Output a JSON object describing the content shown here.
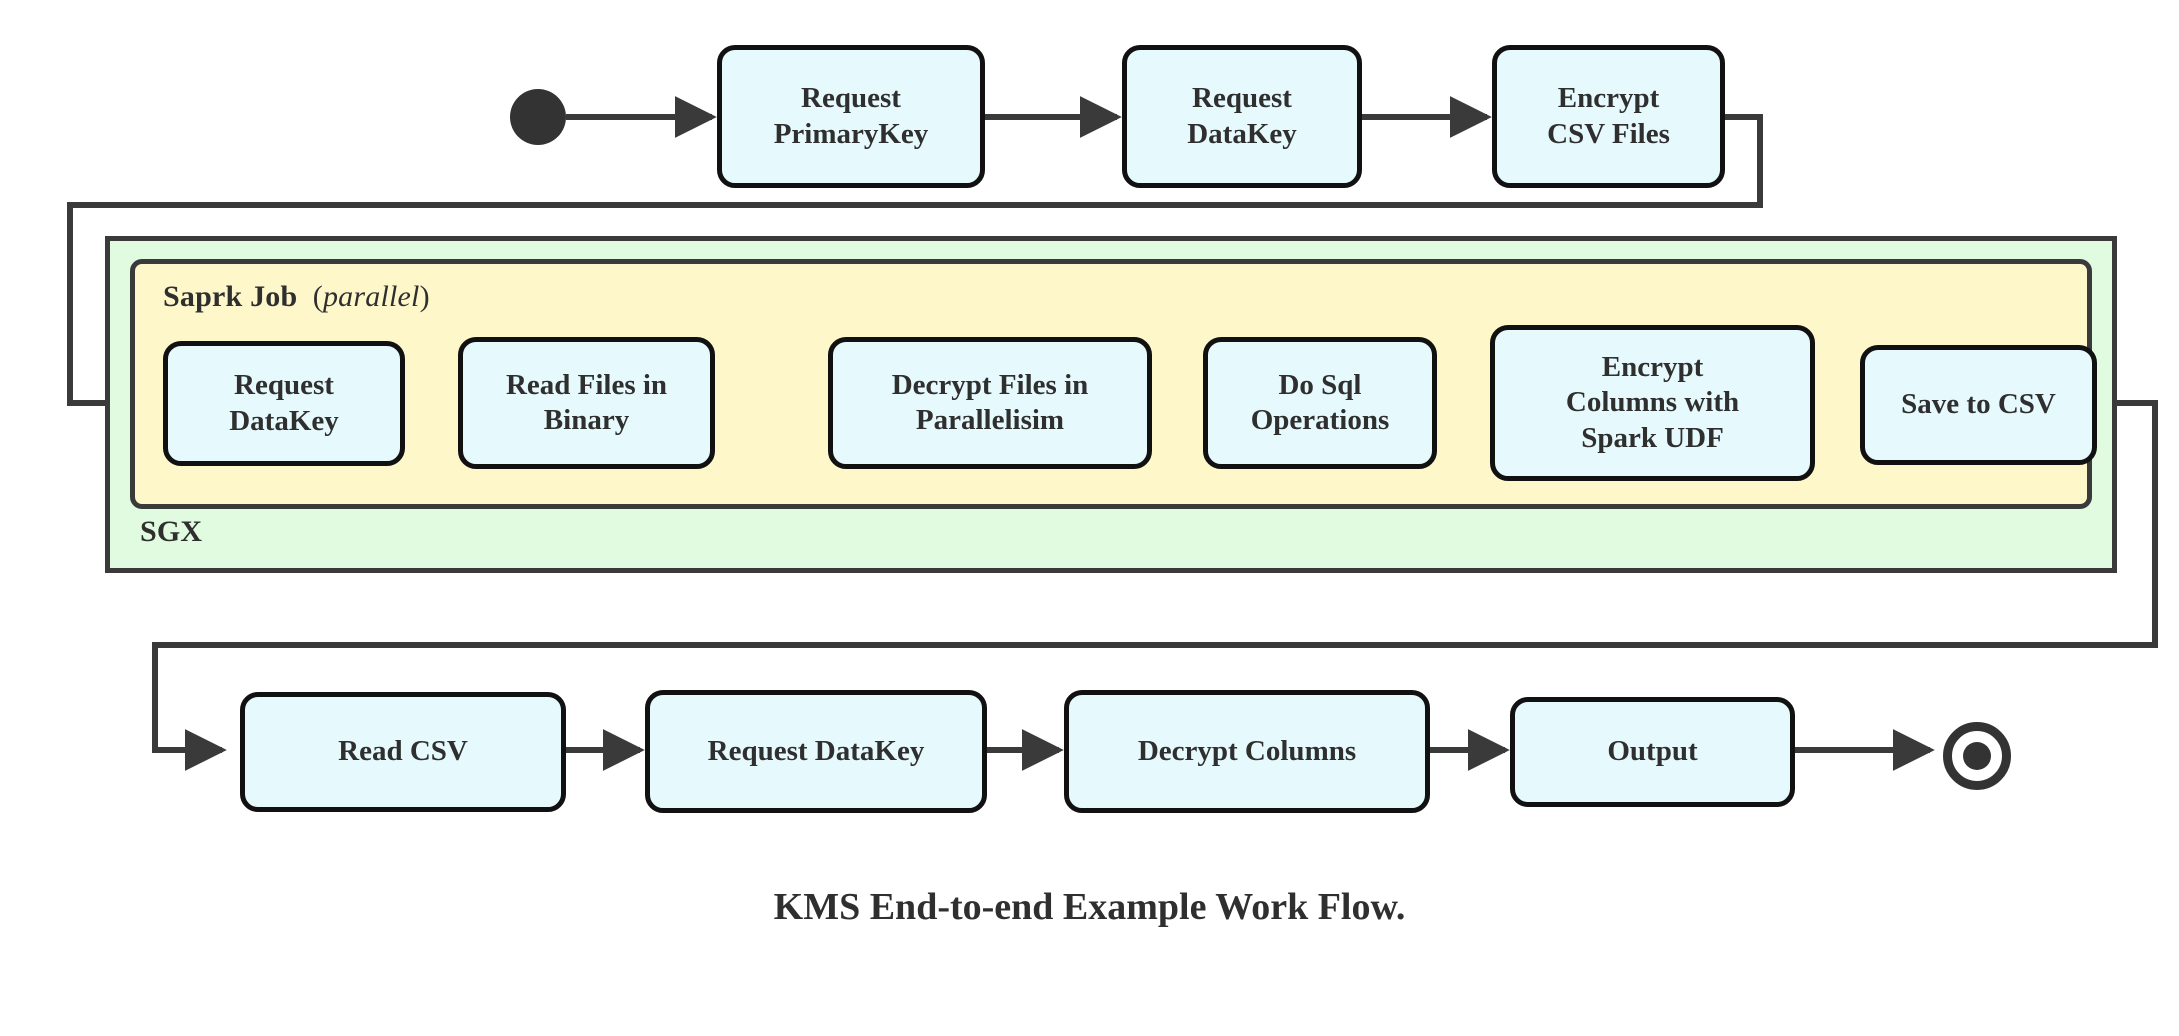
{
  "diagram": {
    "caption": "KMS End-to-end Example Work Flow.",
    "colors": {
      "node_fill": "#E6F9FD",
      "node_stroke": "#111111",
      "sgx_fill": "#E0FBE0",
      "spark_fill": "#FDF7C9",
      "container_stroke": "#3A3A3A",
      "edge_stroke": "#3A3A3A",
      "text": "#2F2F2F"
    },
    "containers": [
      {
        "id": "sgx",
        "label": "SGX",
        "fill": "#E0FBE0"
      },
      {
        "id": "spark",
        "label_bold": "Saprk Job",
        "label_paren_open": "(",
        "label_italic": "parallel",
        "label_paren_close": ")",
        "fill": "#FDF7C9"
      }
    ],
    "terminals": {
      "start": "start-node",
      "end": "end-node"
    },
    "rows": {
      "top": [
        {
          "id": "request-primarykey",
          "lines": [
            "Request",
            "PrimaryKey"
          ]
        },
        {
          "id": "request-datakey-top",
          "lines": [
            "Request",
            "DataKey"
          ]
        },
        {
          "id": "encrypt-csv-files",
          "lines": [
            "Encrypt",
            "CSV Files"
          ]
        }
      ],
      "middle": [
        {
          "id": "request-datakey-spark",
          "lines": [
            "Request",
            "DataKey"
          ]
        },
        {
          "id": "read-files-in-binary",
          "lines": [
            "Read Files in",
            "Binary"
          ]
        },
        {
          "id": "decrypt-files-in-parallelisim",
          "lines": [
            "Decrypt Files in",
            "Parallelisim"
          ]
        },
        {
          "id": "do-sql-operations",
          "lines": [
            "Do Sql",
            "Operations"
          ]
        },
        {
          "id": "encrypt-columns-with-spark-udf",
          "lines": [
            "Encrypt",
            "Columns with",
            "Spark UDF"
          ]
        },
        {
          "id": "save-to-csv",
          "lines": [
            "Save to CSV"
          ]
        }
      ],
      "bottom": [
        {
          "id": "read-csv",
          "lines": [
            "Read CSV"
          ]
        },
        {
          "id": "request-datakey-bottom",
          "lines": [
            "Request DataKey"
          ]
        },
        {
          "id": "decrypt-columns",
          "lines": [
            "Decrypt Columns"
          ]
        },
        {
          "id": "output",
          "lines": [
            "Output"
          ]
        }
      ]
    }
  }
}
